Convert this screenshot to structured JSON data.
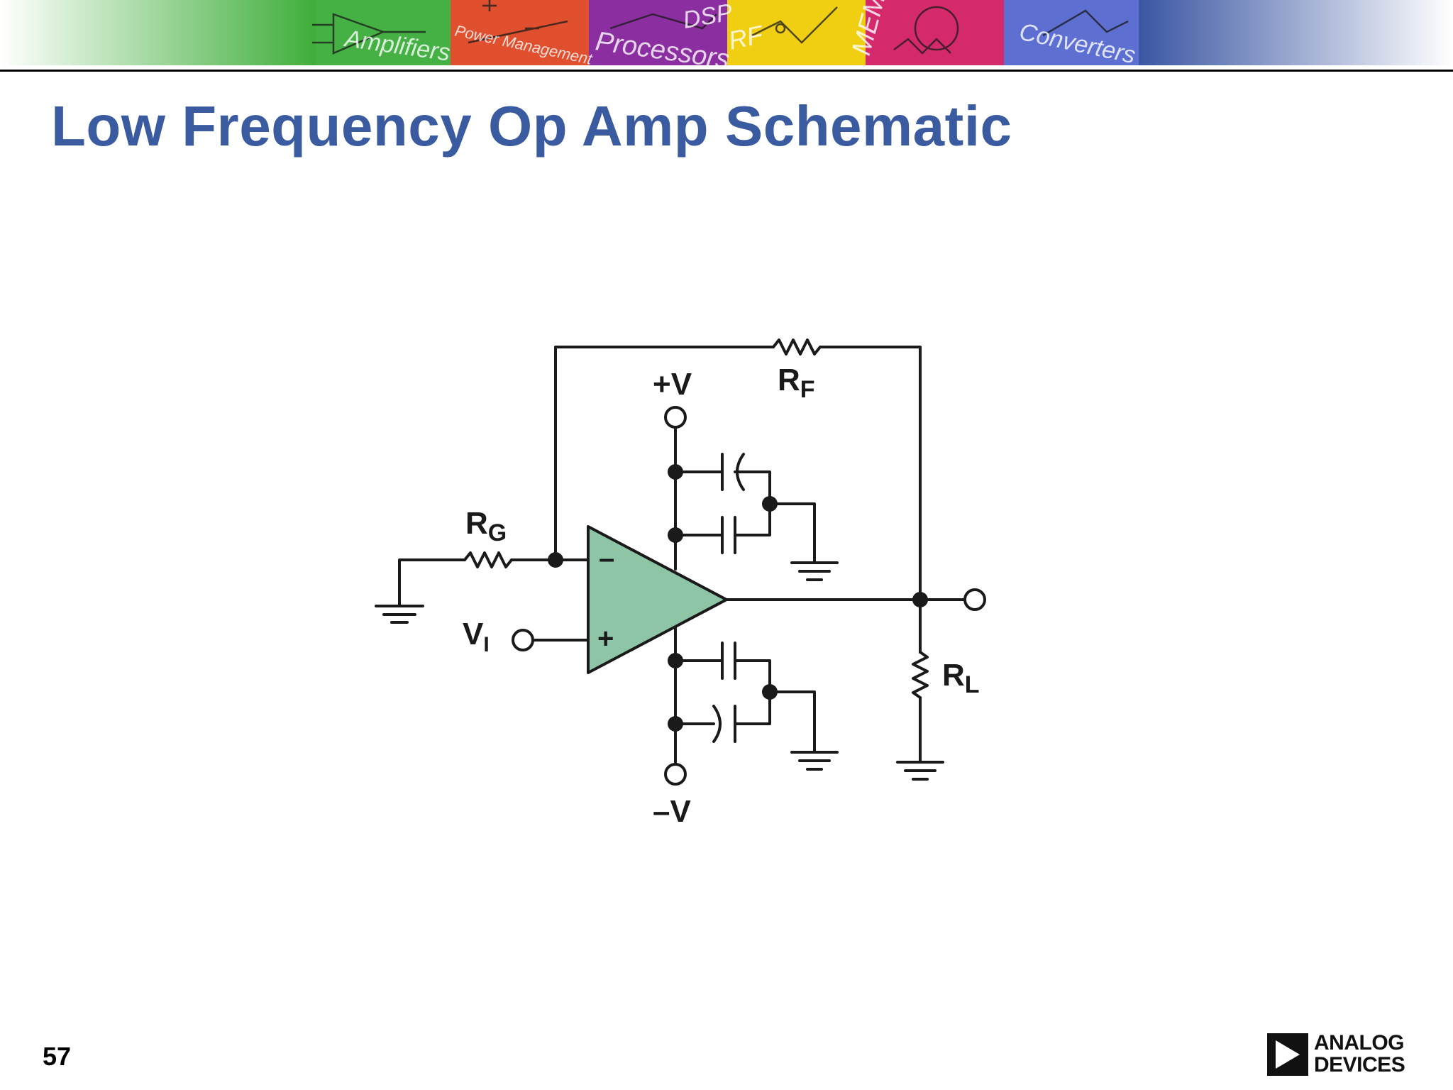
{
  "banner": {
    "segments": [
      {
        "label": "Amplifiers",
        "color": "#3fae3a"
      },
      {
        "label": "Power Management",
        "color": "#e04b2c"
      },
      {
        "label": "Processors",
        "color": "#8a2f9e"
      },
      {
        "label": "DSP",
        "color": "#8a2f9e"
      },
      {
        "label": "RF",
        "color": "#f2d20f"
      },
      {
        "label": "MEMS",
        "color": "#d8286a"
      },
      {
        "label": "Converters",
        "color": "#5b6fd0"
      }
    ]
  },
  "title": "Low Frequency Op Amp Schematic",
  "schematic": {
    "labels": {
      "rg": "R",
      "rg_sub": "G",
      "rf": "R",
      "rf_sub": "F",
      "rl": "R",
      "rl_sub": "L",
      "vi": "V",
      "vi_sub": "I",
      "vpos": "+V",
      "vneg": "–V",
      "minus": "–",
      "plus": "+"
    },
    "opamp_fill": "#8ec5a6"
  },
  "footer": {
    "page_number": "57",
    "logo_line1": "ANALOG",
    "logo_line2": "DEVICES"
  }
}
